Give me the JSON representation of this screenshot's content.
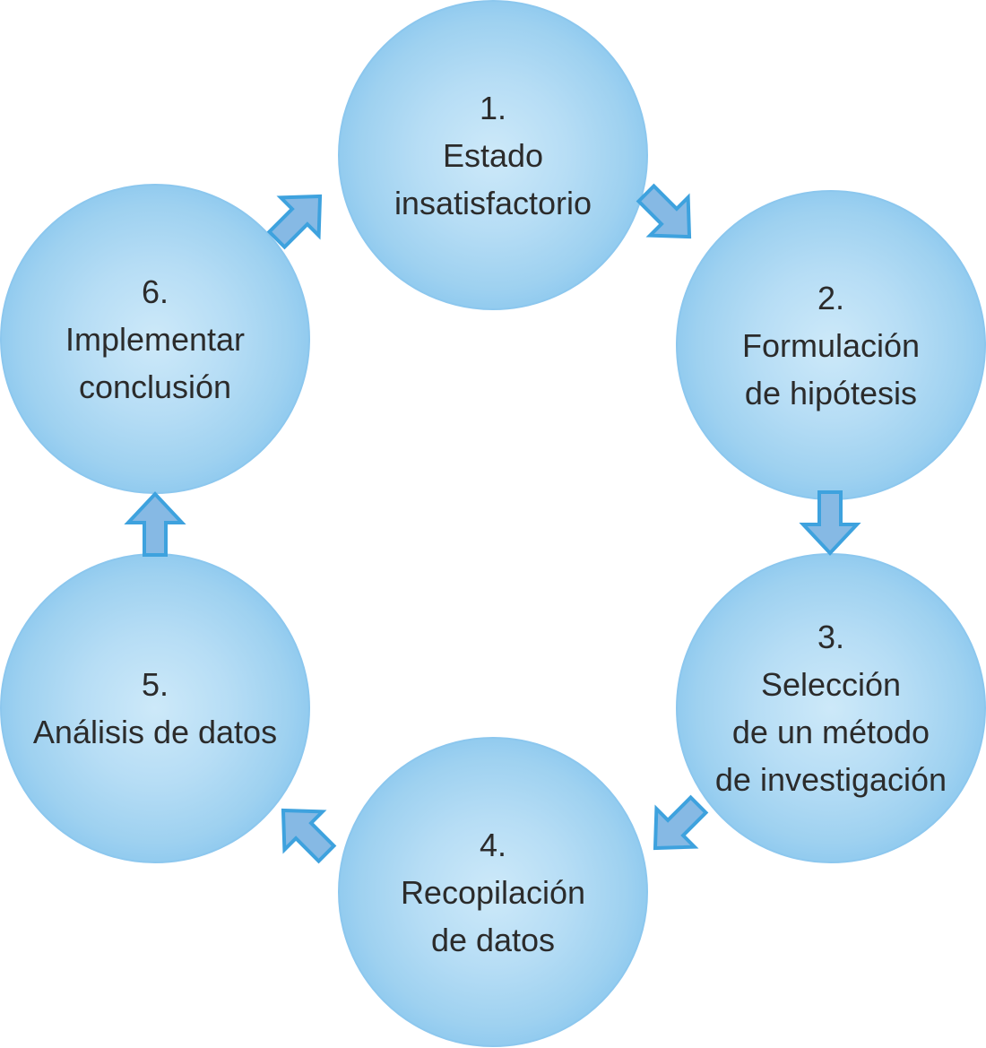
{
  "diagram": {
    "type": "cycle",
    "colors": {
      "node_fill_center": "#cde9f9",
      "node_fill_edge": "#62b4e8",
      "arrow_fill": "#86b9e4",
      "arrow_stroke": "#3ea2de",
      "text": "#2b2b2b"
    },
    "nodes": [
      {
        "number": "1.",
        "lines": [
          "Estado",
          "insatisfactorio"
        ]
      },
      {
        "number": "2.",
        "lines": [
          "Formulación",
          "de hipótesis"
        ]
      },
      {
        "number": "3.",
        "lines": [
          "Selección",
          "de un método",
          "de investigación"
        ]
      },
      {
        "number": "4.",
        "lines": [
          "Recopilación",
          "de datos"
        ]
      },
      {
        "number": "5.",
        "lines": [
          "Análisis de datos"
        ]
      },
      {
        "number": "6.",
        "lines": [
          "Implementar",
          "conclusión"
        ]
      }
    ],
    "edges": [
      {
        "from": 1,
        "to": 2,
        "icon": "arrow-down-right-icon"
      },
      {
        "from": 2,
        "to": 3,
        "icon": "arrow-down-icon"
      },
      {
        "from": 3,
        "to": 4,
        "icon": "arrow-down-left-icon"
      },
      {
        "from": 4,
        "to": 5,
        "icon": "arrow-up-left-icon"
      },
      {
        "from": 5,
        "to": 6,
        "icon": "arrow-up-icon"
      },
      {
        "from": 6,
        "to": 1,
        "icon": "arrow-up-right-icon"
      }
    ]
  }
}
